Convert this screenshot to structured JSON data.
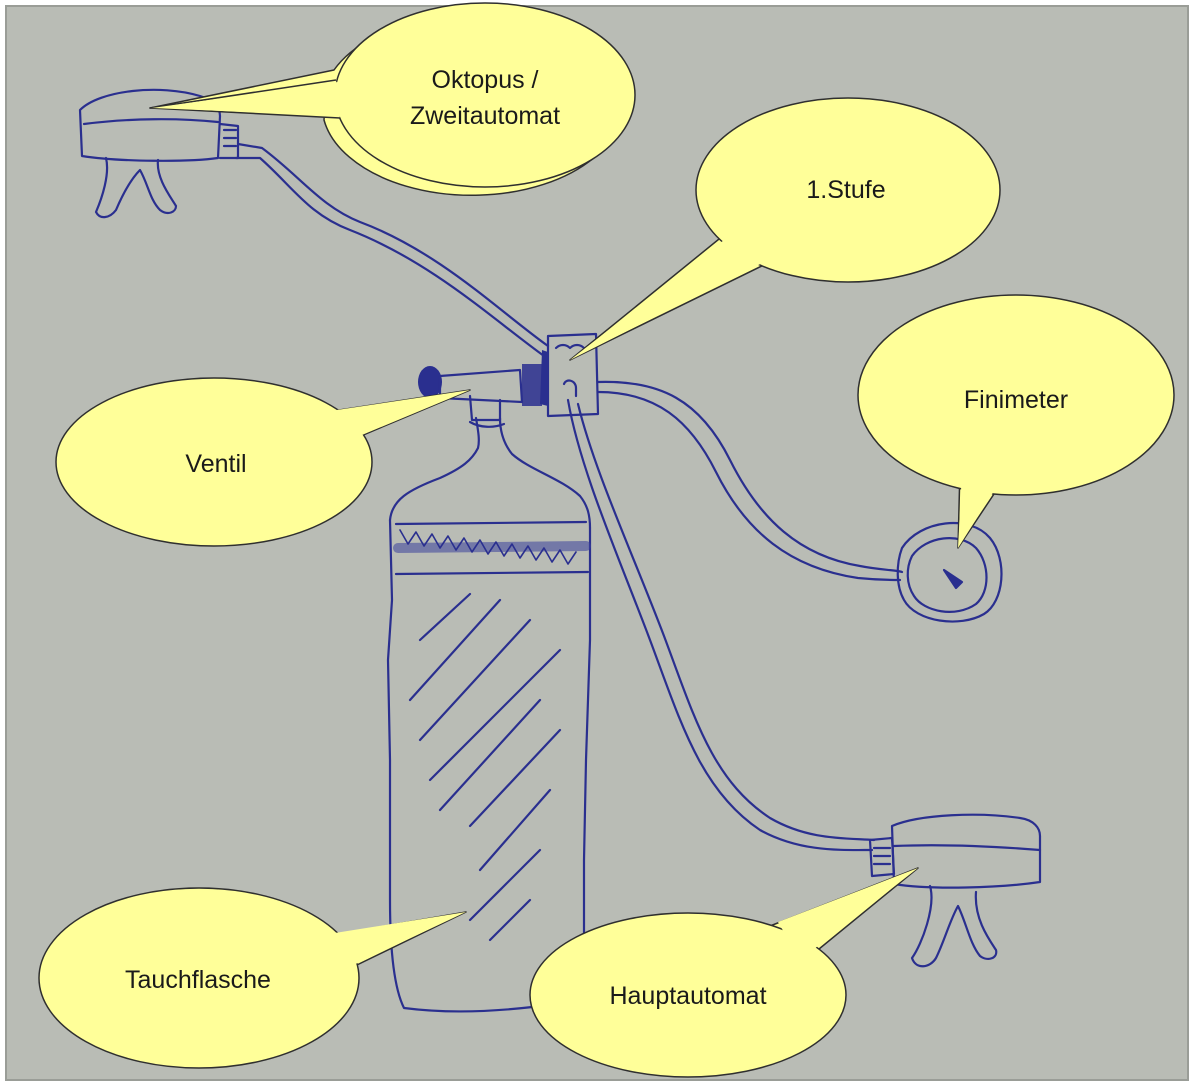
{
  "colors": {
    "paper": "#b9bcb5",
    "paper_dark": "#aeb1aa",
    "ink": "#2a2f8f",
    "callout_fill": "#ffff99",
    "callout_stroke": "#2f2f2f",
    "text": "#1a1a1a"
  },
  "labels": {
    "oktopus_line1": "Oktopus /",
    "oktopus_line2": "Zweitautomat",
    "erste_stufe": "1.Stufe",
    "finimeter": "Finimeter",
    "ventil": "Ventil",
    "tauchflasche": "Tauchflasche",
    "hauptautomat": "Hauptautomat"
  }
}
